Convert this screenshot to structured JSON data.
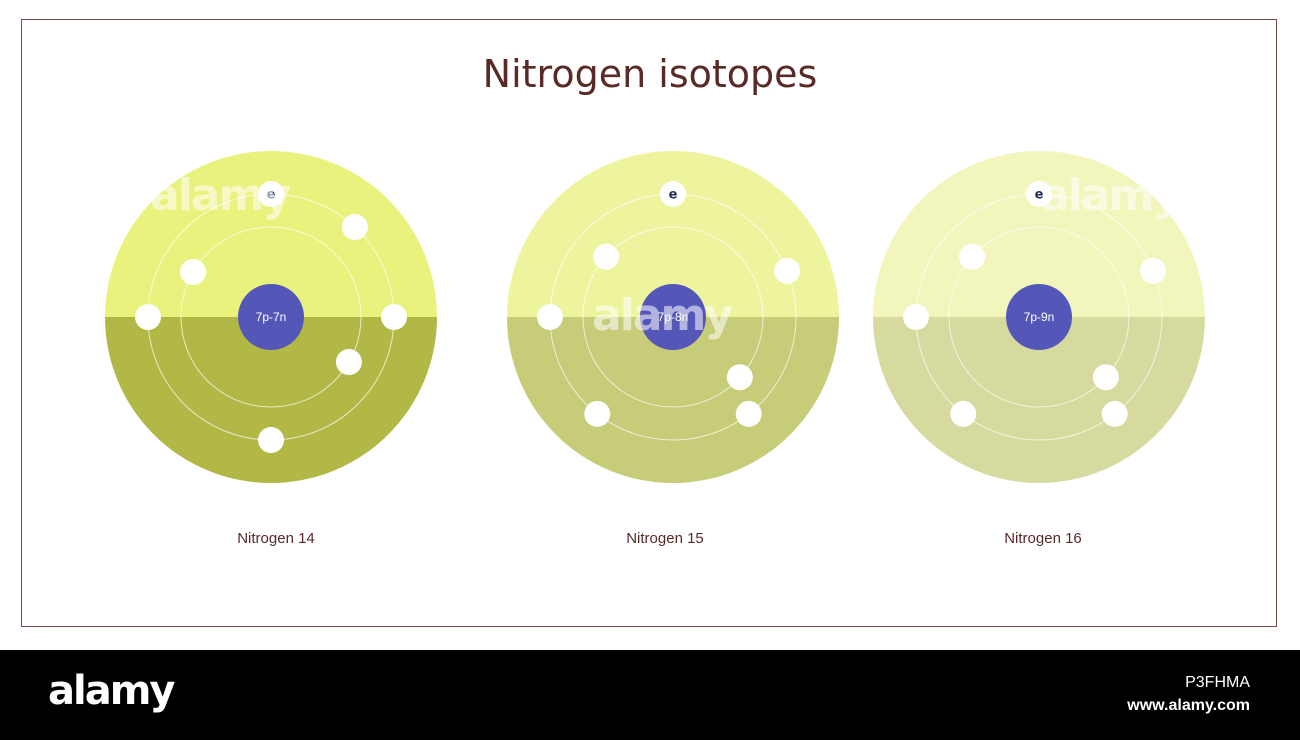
{
  "title": "Nitrogen isotopes",
  "atoms": [
    {
      "label": "Nitrogen 14",
      "nucleus": "7p-7n",
      "electron_symbol": "e",
      "inner_electrons": 2,
      "outer_electrons": 5,
      "colors": {
        "top": "#eaf27e",
        "bottom": "#b2b845"
      }
    },
    {
      "label": "Nitrogen 15",
      "nucleus": "7p-8n",
      "electron_symbol": "e",
      "inner_electrons": 2,
      "outer_electrons": 5,
      "colors": {
        "top": "#eef49e",
        "bottom": "#c6cc78"
      }
    },
    {
      "label": "Nitrogen 16",
      "nucleus": "7p-9n",
      "electron_symbol": "e",
      "inner_electrons": 2,
      "outer_electrons": 5,
      "colors": {
        "top": "#f2f6bd",
        "bottom": "#d6da9e"
      }
    }
  ],
  "nucleus_color": "#5557b8",
  "watermark": "alamy",
  "footer": {
    "logo": "alamy",
    "image_id": "P3FHMA",
    "url": "www.alamy.com"
  }
}
